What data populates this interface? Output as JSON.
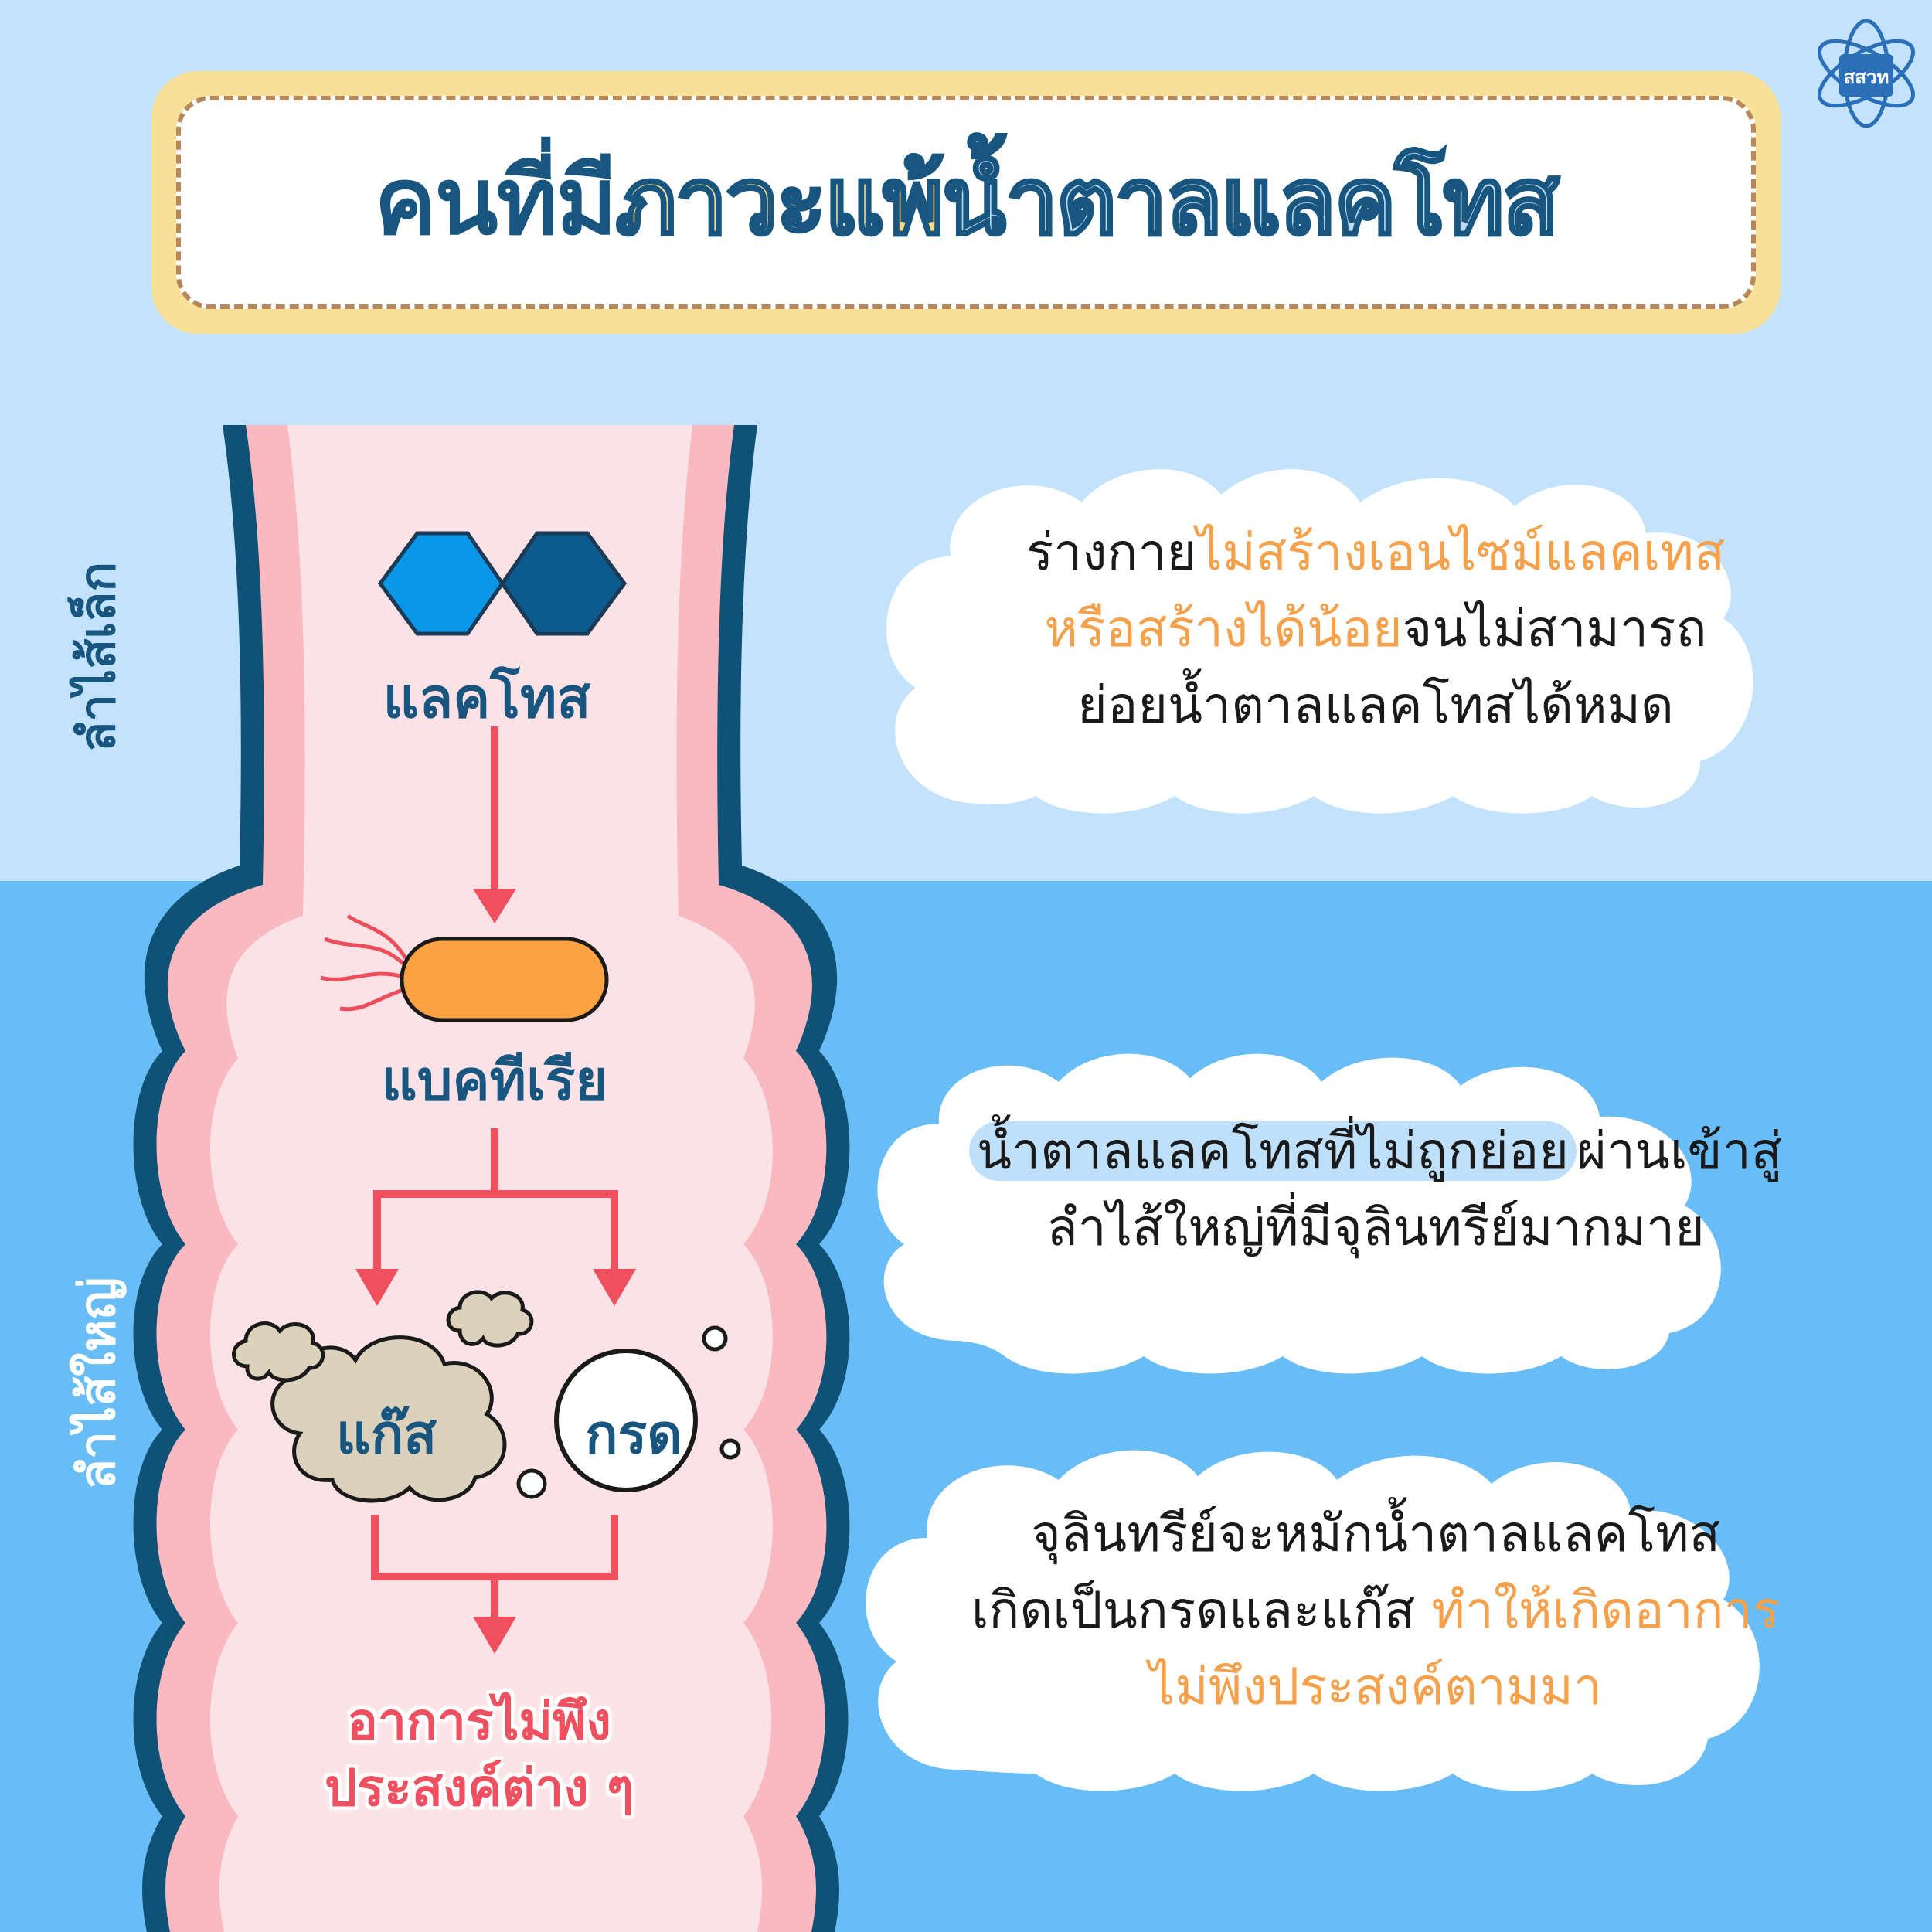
{
  "title": {
    "part1": "คนที่มี",
    "part2": "ภาวะแพ้",
    "part3": "น้ำตาลแลคโทส"
  },
  "logo": {
    "text": "สสวท",
    "icon": "atom-book-logo"
  },
  "side_labels": {
    "small_intestine": "ลำไส้เล็ก",
    "large_intestine": "ลำไส้ใหญ่"
  },
  "diagram": {
    "lactose": "แลคโทส",
    "bacteria": "แบคทีเรีย",
    "gas": "แก๊ส",
    "acid": "กรด",
    "symptoms_line1": "อาการไม่พึง",
    "symptoms_line2": "ประสงค์ต่าง ๆ"
  },
  "colors": {
    "hex_light": "#0b97e8",
    "hex_dark": "#0d5b8e",
    "bacteria": "#fda242",
    "arrow": "#f04f5d",
    "wall_outer": "#0f5276",
    "wall_pink": "#f9b9c1",
    "lumen": "#fbe2e6"
  },
  "cloud1": {
    "seg1": "ร่างกาย",
    "seg2": "ไม่สร้างเอนไซม์แลคเทส",
    "seg3": "หรือสร้างได้น้อย",
    "seg4": "จนไม่สามารถ",
    "seg5": "ย่อยน้ำตาลแลคโทสได้หมด"
  },
  "cloud2": {
    "seg1": "น้ำตาลแลคโทสที่ไม่ถูกย่อย",
    "seg2": "ผ่านเข้าสู่",
    "seg3": "ลำไส้ใหญ่ที่มีจุลินทรีย์มากมาย"
  },
  "cloud3": {
    "seg1": "จุลินทรีย์จะหมักน้ำตาลแลคโทส",
    "seg2": "เกิดเป็นกรดและแก๊ส ",
    "seg3": "ทำให้เกิดอาการ",
    "seg4": "ไม่พึงประสงค์ตามมา"
  }
}
